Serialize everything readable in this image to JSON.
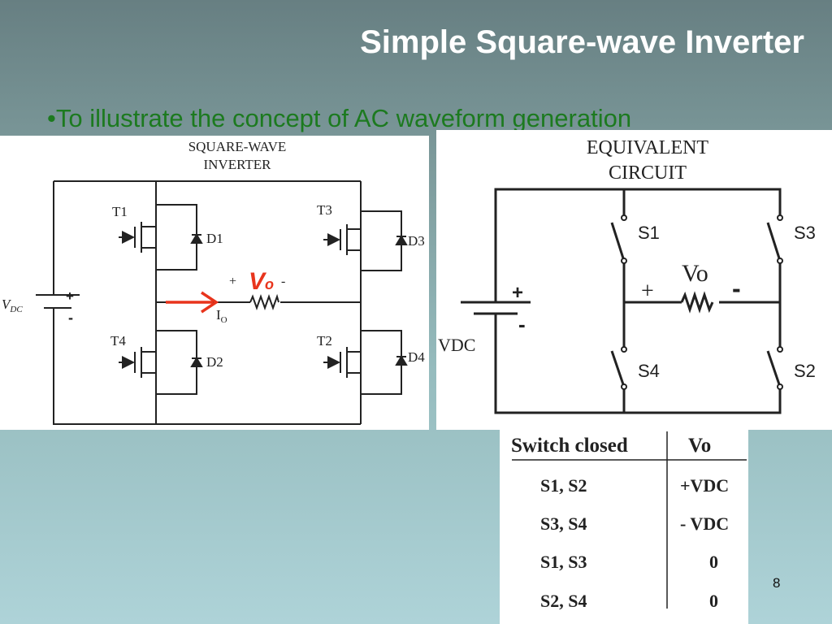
{
  "slide": {
    "title": "Simple Square-wave Inverter",
    "bullet": "•To illustrate the concept of AC waveform generation",
    "page_number": "8"
  },
  "left_diagram": {
    "title_line1": "SQUARE-WAVE",
    "title_line2": "INVERTER",
    "source_label": "V",
    "source_sub": "DC",
    "plus": "+",
    "minus": "-",
    "transistors": [
      "T1",
      "T3",
      "T4",
      "T2"
    ],
    "diodes": [
      "D1",
      "D3",
      "D2",
      "D4"
    ],
    "output_plus": "+",
    "output_minus": "-",
    "output_label": "V",
    "output_sub": "o",
    "current_label": "I",
    "current_sub": "O",
    "highlight_color": "#e8341c"
  },
  "right_diagram": {
    "title_line1": "EQUIVALENT",
    "title_line2": "CIRCUIT",
    "source_label": "VDC",
    "plus": "+",
    "minus": "-",
    "switches": [
      "S1",
      "S3",
      "S4",
      "S2"
    ],
    "output_label": "Vo",
    "output_plus": "+",
    "output_minus": "-"
  },
  "table": {
    "headers": [
      "Switch closed",
      "Vo"
    ],
    "rows": [
      [
        "S1, S2",
        "+VDC"
      ],
      [
        "S3, S4",
        "- VDC"
      ],
      [
        "S1, S3",
        "0"
      ],
      [
        "S2, S4",
        "0"
      ]
    ]
  }
}
